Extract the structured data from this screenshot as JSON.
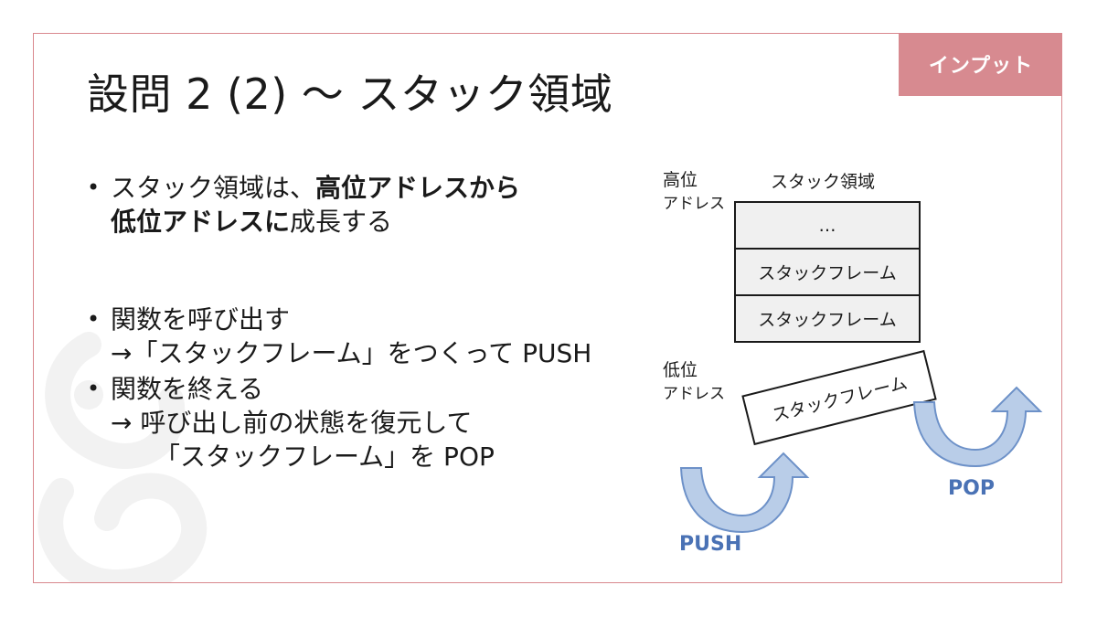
{
  "badge": {
    "label": "インプット"
  },
  "title": "設問 2 (2) 〜 スタック領域",
  "bullets": {
    "b1_line1_pre": "スタック領域は、",
    "b1_line1_bold": "高位アドレスから",
    "b1_line2_bold": "低位アドレスに",
    "b1_line2_post": "成長する",
    "b2_line1": "関数を呼び出す",
    "b2_line2": "→「スタックフレーム」をつくって PUSH",
    "b3_line1": "関数を終える",
    "b3_line2": "→ 呼び出し前の状態を復元して",
    "b3_line3": "「スタックフレーム」を POP",
    "marker": "•"
  },
  "diagram": {
    "high_address_label1": "高位",
    "high_address_label2": "アドレス",
    "stack_title": "スタック領域",
    "frames": [
      "…",
      "スタックフレーム",
      "スタックフレーム"
    ],
    "low_address_label1": "低位",
    "low_address_label2": "アドレス",
    "moving_frame": "スタックフレーム",
    "push_label": "PUSH",
    "pop_label": "POP"
  },
  "colors": {
    "accent": "#d78a90",
    "arrow_fill": "#b9cde8",
    "arrow_stroke": "#6d91c8",
    "arrow_text": "#4a72b5"
  }
}
